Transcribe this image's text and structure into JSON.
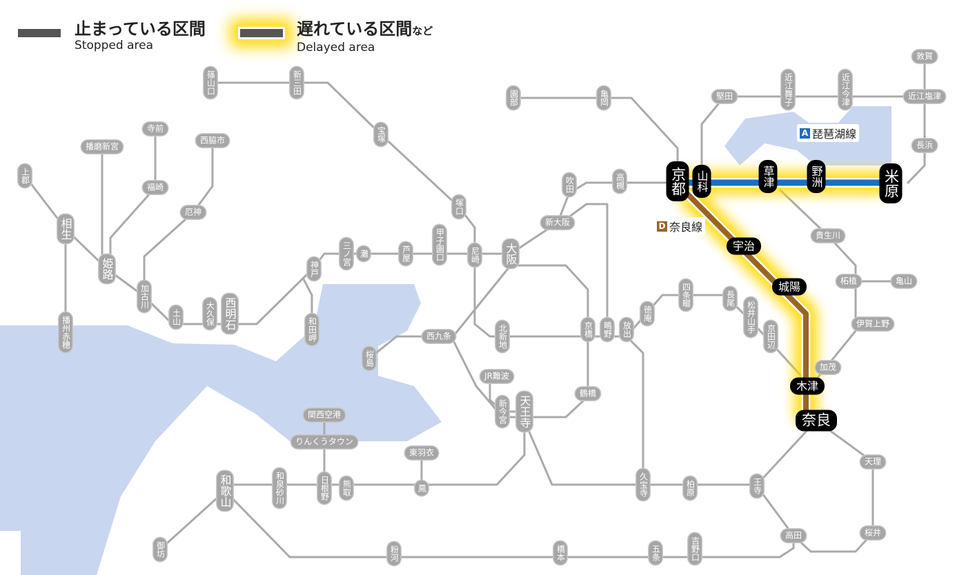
{
  "legend": {
    "stopped": {
      "jp": "止まっている区間",
      "en": "Stopped area"
    },
    "delayed": {
      "jp": "遅れている区間",
      "jp_suffix": "など",
      "en": "Delayed area"
    }
  },
  "lines": {
    "biwako": {
      "badge": "A",
      "name": "琵琶湖線",
      "color": "#1a6fc0"
    },
    "nara": {
      "badge": "D",
      "name": "奈良線",
      "color": "#9a6524"
    }
  },
  "colors": {
    "line": "#aaaaaa",
    "water": "#c9d6ef",
    "glow": "#ffd800",
    "station": "#a6a6a6",
    "affected_station": "#000000"
  },
  "stations": [
    {
      "name": "篠山口",
      "status": "normal"
    },
    {
      "name": "新三田",
      "status": "normal"
    },
    {
      "name": "宝塚",
      "status": "normal"
    },
    {
      "name": "塚口",
      "status": "normal"
    },
    {
      "name": "尼崎",
      "status": "normal"
    },
    {
      "name": "甲子園口",
      "status": "normal"
    },
    {
      "name": "芦屋",
      "status": "normal"
    },
    {
      "name": "灘",
      "status": "normal"
    },
    {
      "name": "三ノ宮",
      "status": "normal"
    },
    {
      "name": "神戸",
      "status": "normal"
    },
    {
      "name": "和田岬",
      "status": "normal"
    },
    {
      "name": "西明石",
      "status": "normal"
    },
    {
      "name": "大久保",
      "status": "normal"
    },
    {
      "name": "土山",
      "status": "normal"
    },
    {
      "name": "加古川",
      "status": "normal"
    },
    {
      "name": "厄神",
      "status": "normal"
    },
    {
      "name": "西脇市",
      "status": "normal"
    },
    {
      "name": "寺前",
      "status": "normal"
    },
    {
      "name": "福崎",
      "status": "normal"
    },
    {
      "name": "播磨新宮",
      "status": "normal"
    },
    {
      "name": "上郡",
      "status": "normal"
    },
    {
      "name": "相生",
      "status": "normal"
    },
    {
      "name": "姫路",
      "status": "normal"
    },
    {
      "name": "播州赤穂",
      "status": "normal"
    },
    {
      "name": "大阪",
      "status": "normal"
    },
    {
      "name": "新大阪",
      "status": "normal"
    },
    {
      "name": "吹田",
      "status": "normal"
    },
    {
      "name": "高槻",
      "status": "normal"
    },
    {
      "name": "亀岡",
      "status": "normal"
    },
    {
      "name": "園部",
      "status": "normal"
    },
    {
      "name": "堅田",
      "status": "normal"
    },
    {
      "name": "近江舞子",
      "status": "normal"
    },
    {
      "name": "近江今津",
      "status": "normal"
    },
    {
      "name": "敦賀",
      "status": "normal"
    },
    {
      "name": "近江塩津",
      "status": "normal"
    },
    {
      "name": "長浜",
      "status": "normal"
    },
    {
      "name": "貴生川",
      "status": "normal"
    },
    {
      "name": "柘植",
      "status": "normal"
    },
    {
      "name": "亀山",
      "status": "normal"
    },
    {
      "name": "伊賀上野",
      "status": "normal"
    },
    {
      "name": "加茂",
      "status": "normal"
    },
    {
      "name": "天理",
      "status": "normal"
    },
    {
      "name": "桜井",
      "status": "normal"
    },
    {
      "name": "高田",
      "status": "normal"
    },
    {
      "name": "王寺",
      "status": "normal"
    },
    {
      "name": "柏原",
      "status": "normal"
    },
    {
      "name": "久宝寺",
      "status": "normal"
    },
    {
      "name": "放出",
      "status": "normal"
    },
    {
      "name": "鴫野",
      "status": "normal"
    },
    {
      "name": "京橋",
      "status": "normal"
    },
    {
      "name": "鶴橋",
      "status": "normal"
    },
    {
      "name": "四条畷",
      "status": "normal"
    },
    {
      "name": "徳庵",
      "status": "normal"
    },
    {
      "name": "長尾",
      "status": "normal"
    },
    {
      "name": "松井山手",
      "status": "normal"
    },
    {
      "name": "京田辺",
      "status": "normal"
    },
    {
      "name": "西九条",
      "status": "normal"
    },
    {
      "name": "北新地",
      "status": "normal"
    },
    {
      "name": "桜島",
      "status": "normal"
    },
    {
      "name": "JR難波",
      "status": "normal"
    },
    {
      "name": "新今宮",
      "status": "normal"
    },
    {
      "name": "天王寺",
      "status": "normal"
    },
    {
      "name": "関西空港",
      "status": "normal"
    },
    {
      "name": "りんくうタウン",
      "status": "normal"
    },
    {
      "name": "東羽衣",
      "status": "normal"
    },
    {
      "name": "鳳",
      "status": "normal"
    },
    {
      "name": "熊取",
      "status": "normal"
    },
    {
      "name": "日根野",
      "status": "normal"
    },
    {
      "name": "和泉砂川",
      "status": "normal"
    },
    {
      "name": "和歌山",
      "status": "normal"
    },
    {
      "name": "御坊",
      "status": "normal"
    },
    {
      "name": "粉河",
      "status": "normal"
    },
    {
      "name": "橋本",
      "status": "normal"
    },
    {
      "name": "五条",
      "status": "normal"
    },
    {
      "name": "吉野口",
      "status": "normal"
    },
    {
      "name": "京都",
      "status": "delayed"
    },
    {
      "name": "山科",
      "status": "delayed"
    },
    {
      "name": "草津",
      "status": "delayed"
    },
    {
      "name": "野洲",
      "status": "delayed"
    },
    {
      "name": "米原",
      "status": "delayed"
    },
    {
      "name": "宇治",
      "status": "delayed"
    },
    {
      "name": "城陽",
      "status": "delayed"
    },
    {
      "name": "木津",
      "status": "delayed"
    },
    {
      "name": "奈良",
      "status": "delayed"
    }
  ]
}
